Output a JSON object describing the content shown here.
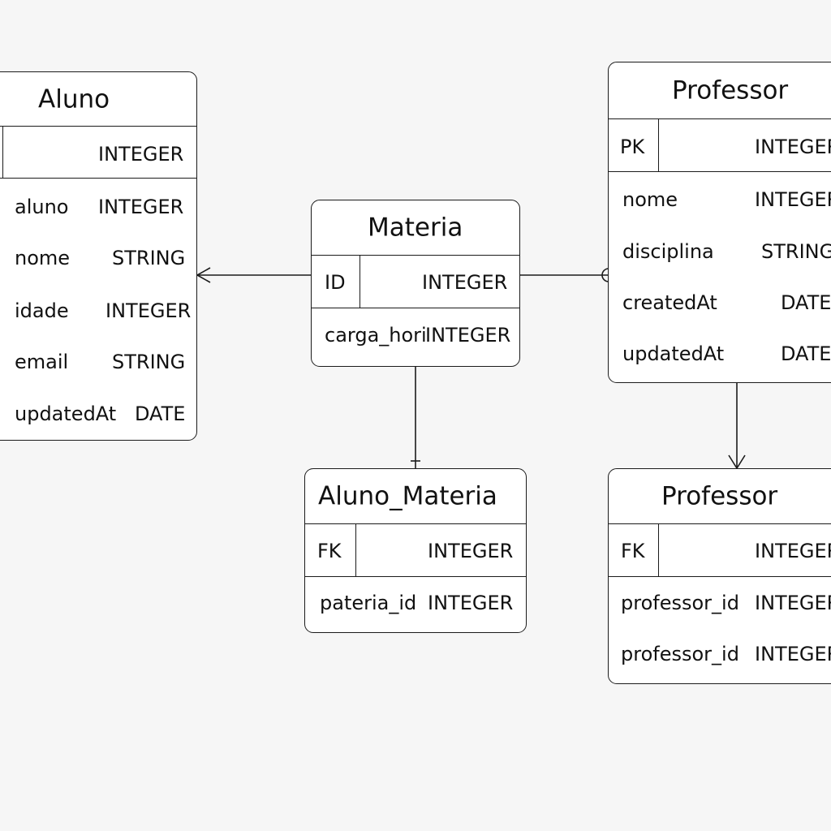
{
  "entities": {
    "aluno": {
      "title": "Aluno",
      "key_row": {
        "key": "",
        "type": "INTEGER"
      },
      "fields": [
        {
          "name": "aluno",
          "type": "INTEGER"
        },
        {
          "name": "nome",
          "type": "STRING"
        },
        {
          "name": "idade",
          "type": "INTEGER"
        },
        {
          "name": "email",
          "type": "STRING"
        },
        {
          "name": "updatedAt",
          "type": "DATE"
        }
      ]
    },
    "materia": {
      "title": "Materia",
      "key_row": {
        "key": "ID",
        "type": "INTEGER"
      },
      "fields": [
        {
          "name": "carga_hori",
          "type": "INTEGER"
        }
      ]
    },
    "professor_top": {
      "title": "Professor",
      "key_row": {
        "key": "PK",
        "type": "INTEGER"
      },
      "fields": [
        {
          "name": "nome",
          "type": "INTEGER"
        },
        {
          "name": "disciplina",
          "type": "STRING"
        },
        {
          "name": "createdAt",
          "type": "DATE"
        },
        {
          "name": "updatedAt",
          "type": "DATE"
        }
      ]
    },
    "aluno_materia": {
      "title": "Aluno_Materia",
      "key_row": {
        "key": "FK",
        "type": "INTEGER"
      },
      "fields": [
        {
          "name": "pateria_id",
          "type": "INTEGER"
        }
      ]
    },
    "professor_bottom": {
      "title": "Professor",
      "key_row": {
        "key": "FK",
        "type": "INTEGER"
      },
      "fields": [
        {
          "name": "professor_id",
          "type": "INTEGER"
        },
        {
          "name": "professor_id",
          "type": "INTEGER"
        }
      ]
    }
  }
}
